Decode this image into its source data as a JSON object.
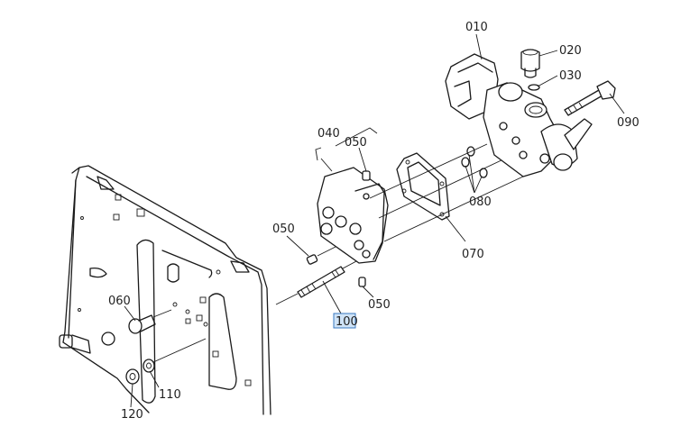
{
  "diagram": {
    "title": "Exploded parts diagram",
    "highlight_color": "#3a78c2",
    "labels": {
      "p010": "010",
      "p020": "020",
      "p030": "030",
      "p040": "040",
      "p050a": "050",
      "p050b": "050",
      "p050c": "050",
      "p060": "060",
      "p070": "070",
      "p080": "080",
      "p090": "090",
      "p100": "100",
      "p110": "110",
      "p120": "120"
    },
    "selected_part": "100"
  }
}
